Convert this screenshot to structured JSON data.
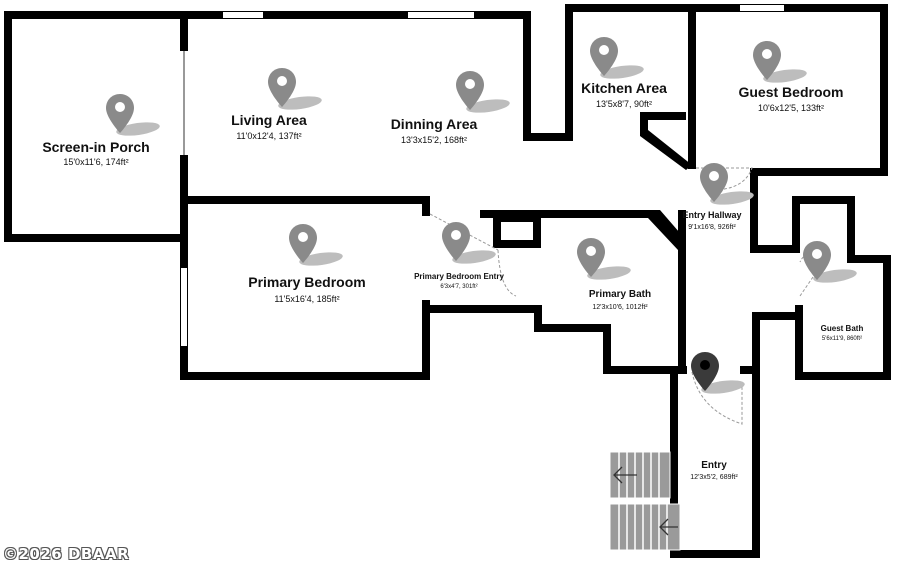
{
  "rooms": [
    {
      "id": "screen-in-porch",
      "name": "Screen-in Porch",
      "dims": "15'0x11'6, 174ft²"
    },
    {
      "id": "living-area",
      "name": "Living Area",
      "dims": "11'0x12'4, 137ft²"
    },
    {
      "id": "dinning-area",
      "name": "Dinning Area",
      "dims": "13'3x15'2, 168ft²"
    },
    {
      "id": "kitchen-area",
      "name": "Kitchen Area",
      "dims": "13'5x8'7, 90ft²"
    },
    {
      "id": "guest-bedroom",
      "name": "Guest Bedroom",
      "dims": "10'6x12'5, 133ft²"
    },
    {
      "id": "entry-hallway",
      "name": "Entry Hallway",
      "dims": "9'1x16'8, 926ft²"
    },
    {
      "id": "primary-bedroom",
      "name": "Primary Bedroom",
      "dims": "11'5x16'4, 185ft²"
    },
    {
      "id": "primary-bedroom-entry",
      "name": "Primary Bedroom Entry",
      "dims": "6'3x4'7, 301ft²"
    },
    {
      "id": "primary-bath",
      "name": "Primary Bath",
      "dims": "12'3x10'6, 1012ft²"
    },
    {
      "id": "guest-bath",
      "name": "Guest Bath",
      "dims": "5'6x11'9, 860ft²"
    },
    {
      "id": "entry",
      "name": "Entry",
      "dims": "12'3x5'2, 689ft²"
    }
  ],
  "colors": {
    "wall": "#000000",
    "pin": "#8a8a8a",
    "pin_active": "#3a3a3a",
    "pin_shadow": "#bdbdbd",
    "stairs": "#9a9a9a",
    "window": "#ffffff"
  },
  "icons": {
    "pin": "map-pin-icon",
    "active_pin": "active-map-pin-icon",
    "stairs_arrow": "arrow-left-icon"
  },
  "watermark": "©2026 DBAAR"
}
